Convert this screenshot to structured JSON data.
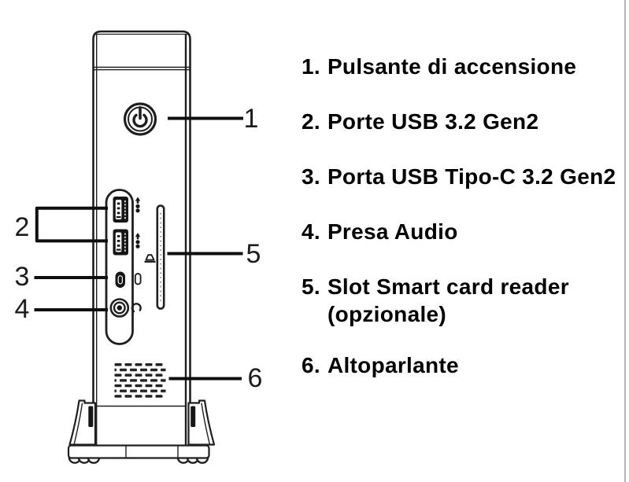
{
  "figure": {
    "description": "Front view line diagram of a vertical thin-client PC on a stand, with numbered callouts",
    "callouts": [
      "1",
      "2",
      "3",
      "4",
      "5",
      "6"
    ],
    "legend": {
      "items": [
        {
          "num": "1.",
          "label": "Pulsante di accensione"
        },
        {
          "num": "2.",
          "label": "Porte USB 3.2 Gen2"
        },
        {
          "num": "3.",
          "label": "Porta USB Tipo-C 3.2 Gen2"
        },
        {
          "num": "4.",
          "label": "Presa Audio"
        },
        {
          "num": "5.",
          "label": "Slot Smart card reader\n(opzionale)"
        },
        {
          "num": "6.",
          "label": "Altoparlante"
        }
      ]
    },
    "icons": [
      "power-icon",
      "usb3-ss-icon",
      "smart-card-icon",
      "usb-c-icon",
      "headphone-icon"
    ],
    "colors": {
      "line_art": "#1f1f1f",
      "callout_line": "#0f0f0f",
      "text": "#000000",
      "background": "#ffffff",
      "page_edge": "#b5b5b5"
    }
  }
}
